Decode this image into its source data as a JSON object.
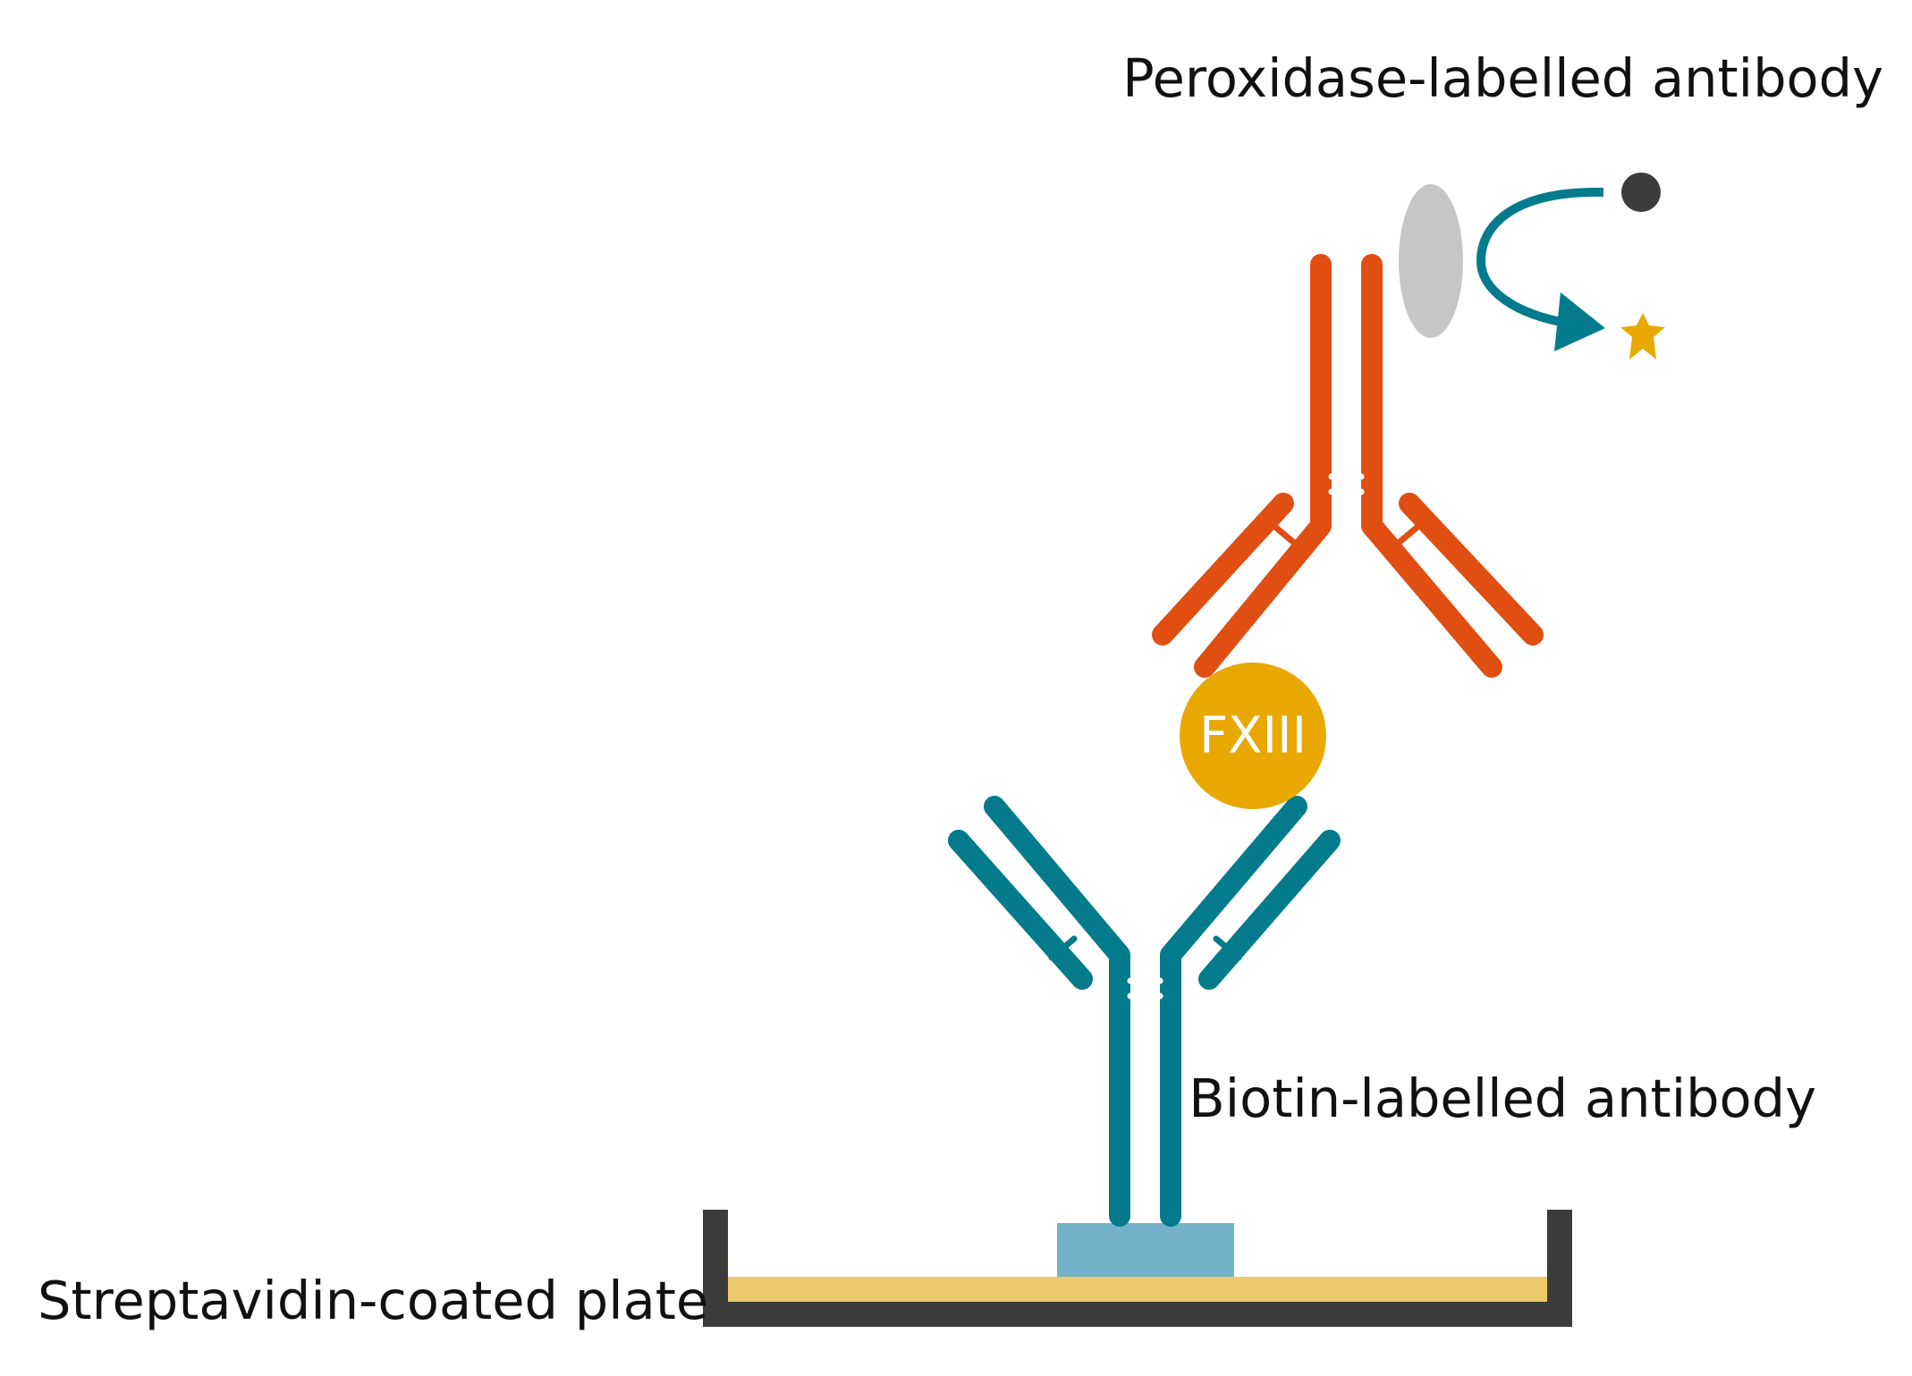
{
  "labels": {
    "peroxidase_antibody": "Peroxidase-labelled antibody",
    "biotin_antibody": "Biotin-labelled antibody",
    "plate": "Streptavidin-coated plate",
    "antigen": "FXIII"
  },
  "colors": {
    "peroxidase_antibody": "#e04e12",
    "biotin_antibody": "#047b8c",
    "antigen": "#e8a800",
    "plate_wall": "#3c3c3b",
    "plate_coating": "#ecc96a",
    "streptavidin": "#74b2ca",
    "peroxidase_enzyme": "#c6c6c5",
    "reaction_arrow": "#047b8c",
    "substrate": "#3c3c3b",
    "product": "#e8a800"
  },
  "icons": {
    "substrate": "dot-icon",
    "product": "star-icon",
    "reaction": "curved-arrow-icon"
  }
}
